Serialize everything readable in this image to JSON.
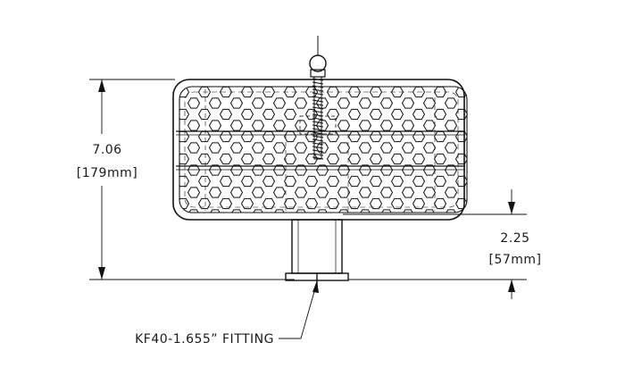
{
  "drawing": {
    "colors": {
      "ink": "#111111",
      "background": "#ffffff"
    },
    "overall_height": {
      "inches": "7.06",
      "metric": "[179mm]"
    },
    "fitting_height": {
      "inches": "2.25",
      "metric": "[57mm]"
    },
    "fitting_callout": "KF40-1.655”  FITTING"
  }
}
